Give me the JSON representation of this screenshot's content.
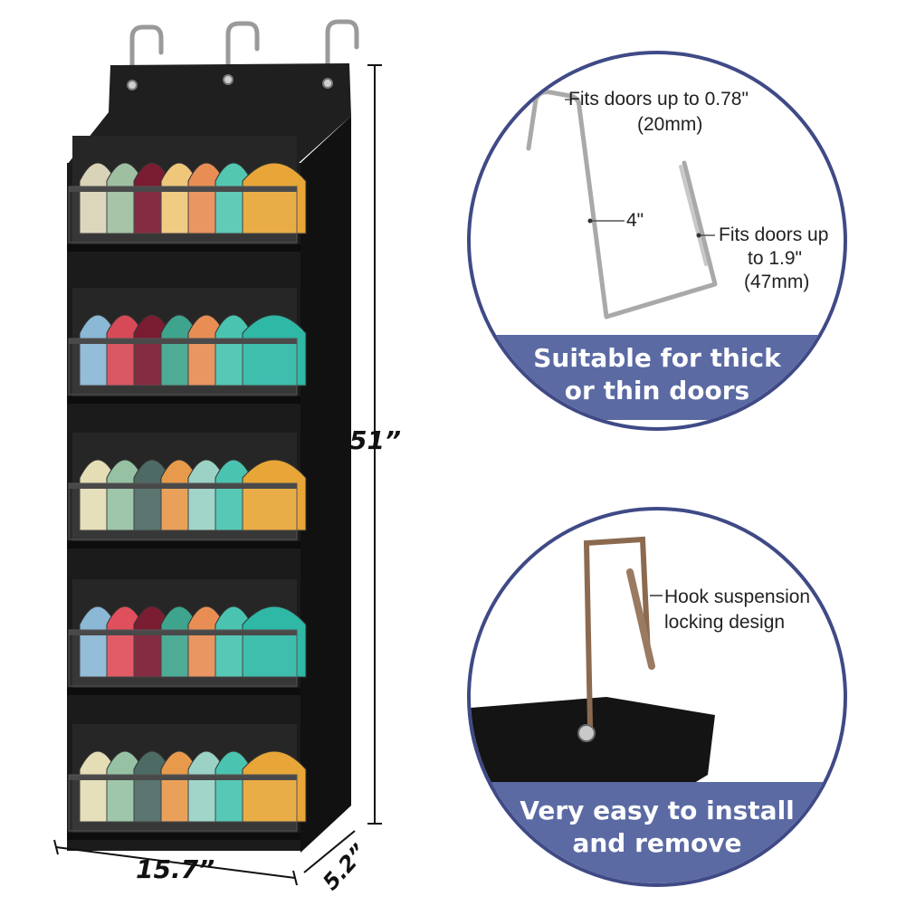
{
  "dimensions": {
    "height": "51”",
    "width": "15.7”",
    "depth": "5.2”"
  },
  "feature_top": {
    "note_thin_line1": "Fits doors up to 0.78\"",
    "note_thin_line2": "(20mm)",
    "note_hook_length": "4\"",
    "note_thick_line1": "Fits doors up",
    "note_thick_line2": "to 1.9\"",
    "note_thick_line3": "(47mm)",
    "banner_line1": "Suitable for thick",
    "banner_line2": "or thin doors"
  },
  "feature_bottom": {
    "note_line1": "Hook suspension",
    "note_line2": "locking design",
    "banner_line1": "Very easy to install",
    "banner_line2": "and remove"
  },
  "colors": {
    "accent": "#5b6aa3",
    "ring": "#3f4a86",
    "organizer_fabric": "#1b1b1b"
  },
  "shelves": [
    {
      "name": "shelf-1",
      "caps": [
        "#d9d3b8",
        "#9fbfa1",
        "#7a1c32",
        "#efc77a",
        "#e88e55",
        "#54c7b1",
        "#e8a638"
      ]
    },
    {
      "name": "shelf-2",
      "caps": [
        "#8ab8d5",
        "#d64a57",
        "#7a1c32",
        "#3fa48d",
        "#e88e55",
        "#4ac4b0",
        "#2fb8a6"
      ]
    },
    {
      "name": "shelf-3",
      "caps": [
        "#e4ddb6",
        "#96c2a3",
        "#4e6a64",
        "#e89a4c",
        "#9bd2c5",
        "#4ac4b0",
        "#e8a638"
      ]
    },
    {
      "name": "shelf-4",
      "caps": [
        "#8ab8d5",
        "#e04f5c",
        "#7a1c32",
        "#3fa48d",
        "#e88e55",
        "#4ac4b0",
        "#2fb8a6"
      ]
    },
    {
      "name": "shelf-5",
      "caps": [
        "#e4ddb6",
        "#96c2a3",
        "#4e6a64",
        "#e89a4c",
        "#9bd2c5",
        "#4ac4b0",
        "#e8a638"
      ]
    }
  ]
}
